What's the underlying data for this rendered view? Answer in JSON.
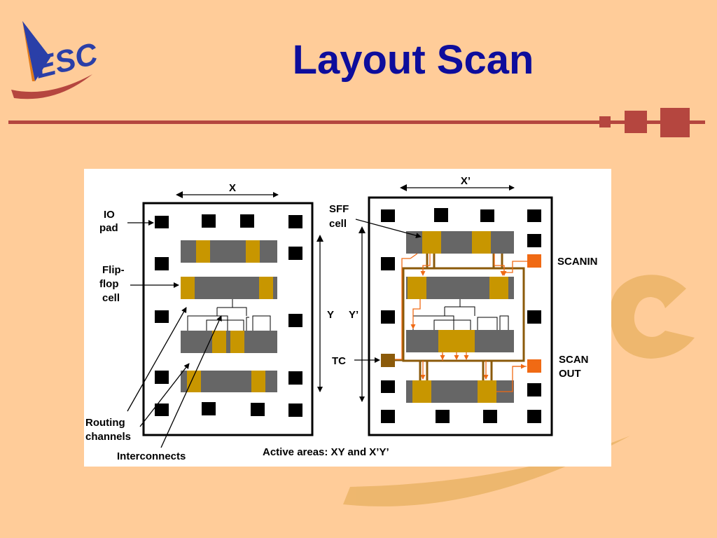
{
  "slide": {
    "title": "Layout Scan",
    "logo_text": "ESC"
  },
  "colors": {
    "background": "#ffcc99",
    "title": "#0d0d9c",
    "rule": "#b5463f",
    "cell_gray": "#666666",
    "cell_gold": "#c89600",
    "scan_orange": "#f06a14",
    "tc_brown": "#8b5a0a"
  },
  "diagram": {
    "left": {
      "dim_x": "X",
      "dim_y": "Y",
      "label_io_pad": [
        "IO",
        "pad"
      ],
      "label_flip_flop": [
        "Flip-",
        "flop",
        "cell"
      ],
      "label_routing": [
        "Routing",
        "channels"
      ],
      "label_interconnects": "Interconnects"
    },
    "right": {
      "dim_x": "X’",
      "dim_y": "Y’",
      "label_sff": [
        "SFF",
        "cell"
      ],
      "label_tc": "TC",
      "label_scanin": "SCANIN",
      "label_scanout": [
        "SCAN",
        "OUT"
      ]
    },
    "caption": "Active areas: XY and X’Y’"
  }
}
